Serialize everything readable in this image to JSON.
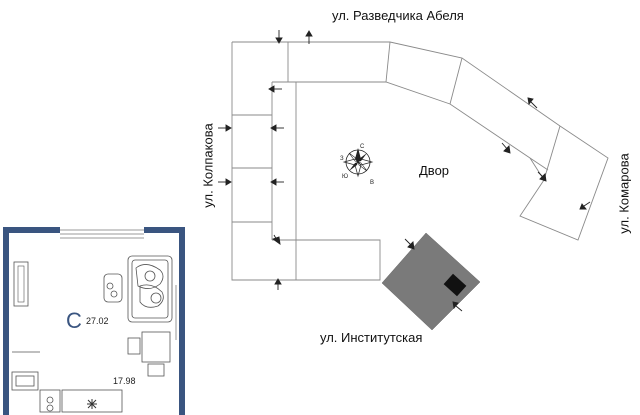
{
  "streets": {
    "top": "ул. Разведчика Абеля",
    "left": "ул. Колпакова",
    "right": "ул. Комарова",
    "bottom": "ул. Институтская"
  },
  "courtyard": {
    "label": "Двор"
  },
  "compass": {
    "letters": [
      "С",
      "В",
      "Ю",
      "З"
    ]
  },
  "apartment": {
    "type_letter": "С",
    "area_main": "27.02",
    "area_kitchen": "17.98"
  },
  "colors": {
    "line": "#8a8a8a",
    "highlight_building": "#7a7a7a",
    "highlight_marker": "#111111",
    "apartment_wall": "#3a5580",
    "furniture": "#555555"
  }
}
